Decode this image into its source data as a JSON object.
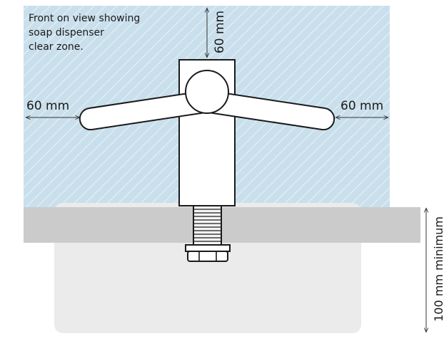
{
  "caption": {
    "line1": "Front on view showing",
    "line2": "soap dispenser",
    "line3": "clear zone."
  },
  "dimensions": {
    "top_clearance": "60 mm",
    "left_clearance": "60 mm",
    "right_clearance": "60 mm",
    "below_counter": "100 mm minimum"
  },
  "colors": {
    "clear_zone_fill": "#c9dfec",
    "clear_zone_hatch": "#f2f7fb",
    "countertop": "#cbcbcb",
    "basin": "#ebebeb",
    "dispenser_stroke": "#1a1a1a",
    "dispenser_fill": "#ffffff",
    "text": "#1a1a1a"
  }
}
